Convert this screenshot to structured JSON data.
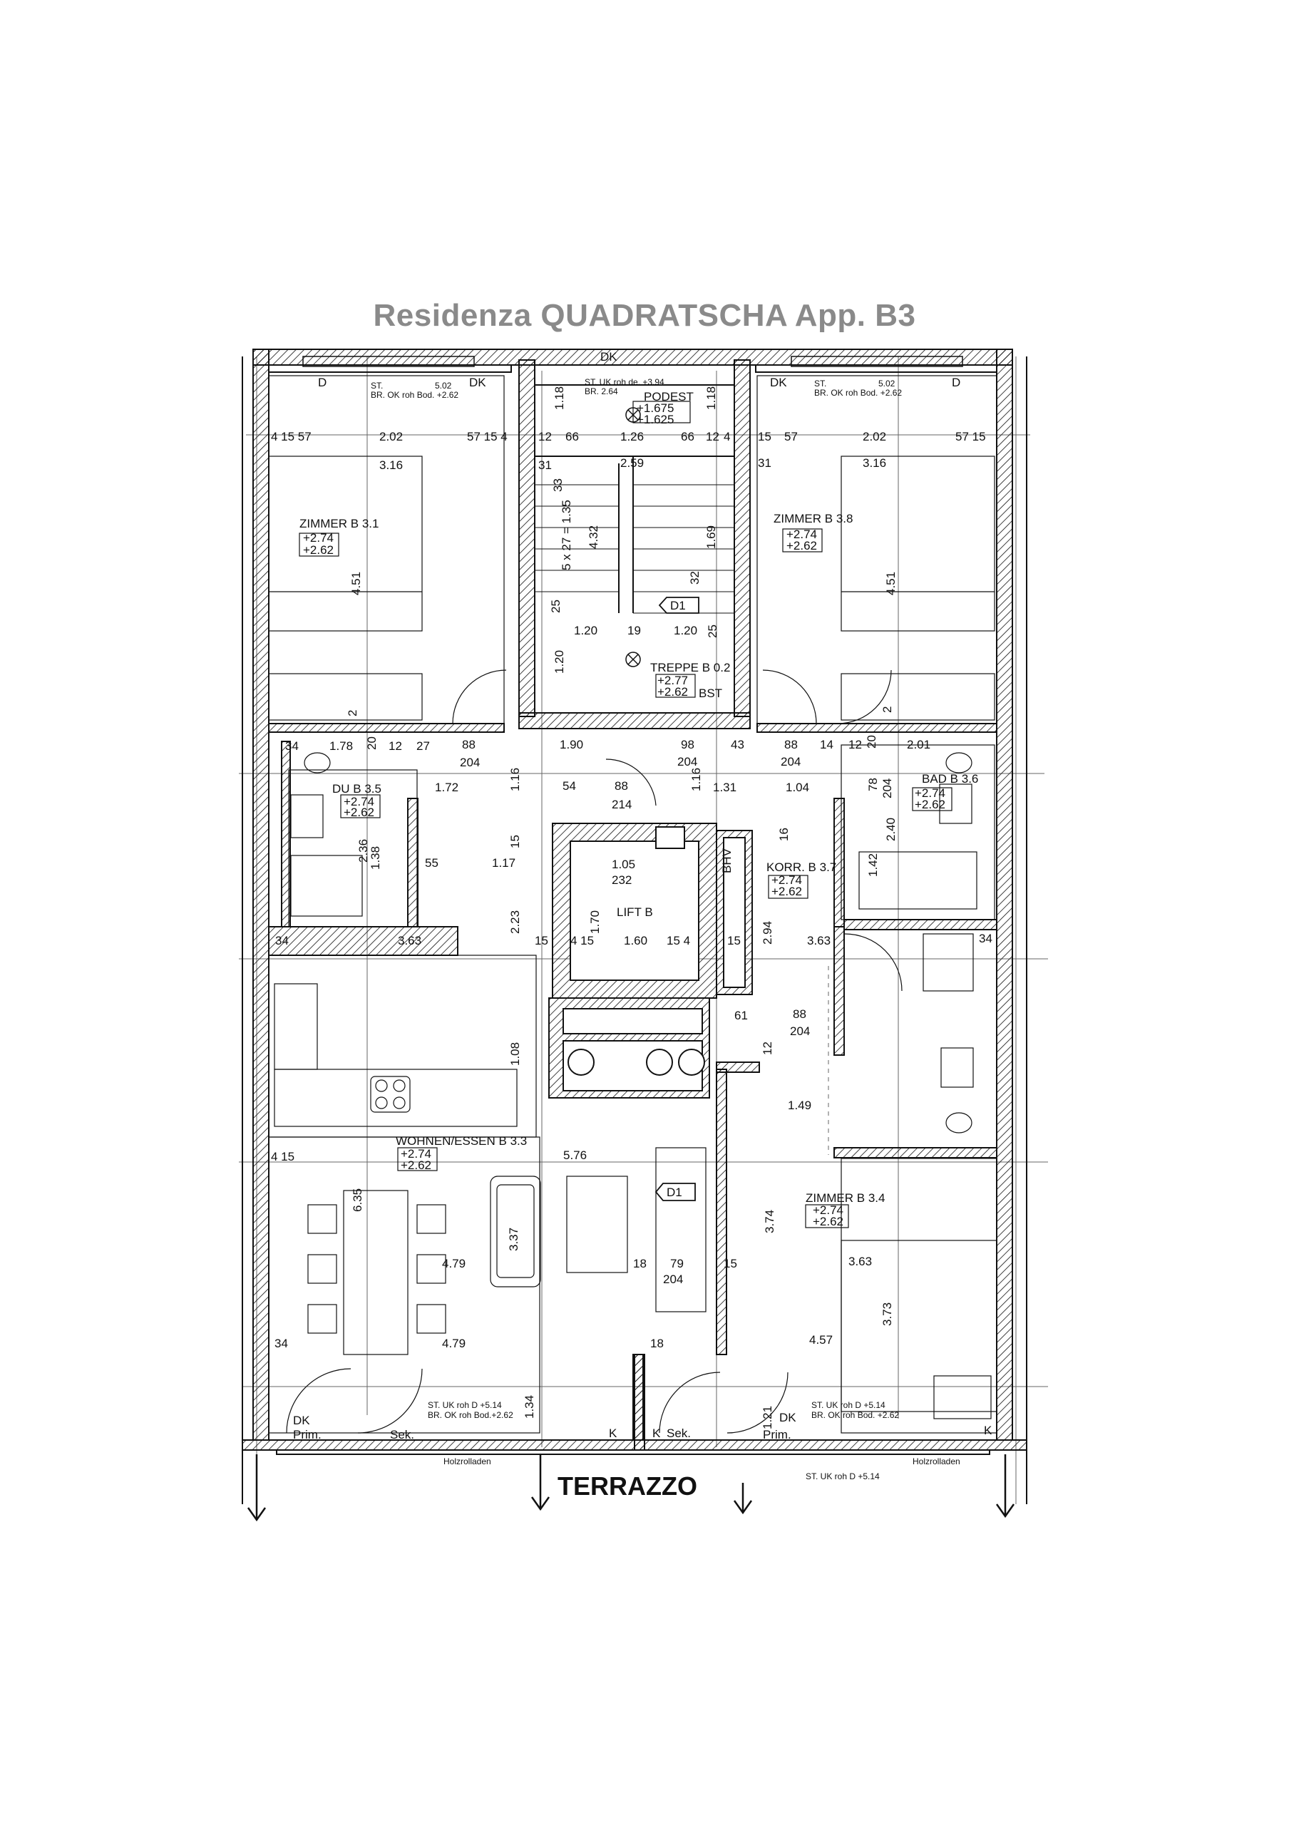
{
  "title": "Residenza  QUADRATSCHA App. B3",
  "rooms": {
    "zimmer_31": {
      "name": "ZIMMER B 3.1",
      "lvl1": "+2.74",
      "lvl2": "+2.62"
    },
    "zimmer_38": {
      "name": "ZIMMER B 3.8",
      "lvl1": "+2.74",
      "lvl2": "+2.62"
    },
    "podest": {
      "name": "PODEST",
      "lvl1": "+1.675",
      "lvl2": "+1.625"
    },
    "treppe": {
      "name": "TREPPE B 0.2",
      "lvl1": "+2.77",
      "lvl2": "+2.62"
    },
    "du": {
      "name": "DU B 3.5",
      "lvl1": "+2.74",
      "lvl2": "+2.62"
    },
    "bad": {
      "name": "BAD B 3.6",
      "lvl1": "+2.74",
      "lvl2": "+2.62"
    },
    "korr": {
      "name": "KORR. B 3.7",
      "lvl1": "+2.74",
      "lvl2": "+2.62"
    },
    "lift": {
      "name": "LIFT B"
    },
    "wohnen": {
      "name": "WOHNEN/ESSEN B 3.3",
      "lvl1": "+2.74",
      "lvl2": "+2.62"
    },
    "zimmer_34": {
      "name": "ZIMMER B 3.4",
      "lvl1": "+2.74",
      "lvl2": "+2.62"
    }
  },
  "labels": {
    "dk": "DK",
    "d": "D",
    "d1": "D1",
    "bst": "BST",
    "bhv": "BHV",
    "prim": "Prim.",
    "sek": "Sek.",
    "k": "K",
    "holzrolladen": "Holzrolladen",
    "terrazzo": "TERRAZZO"
  },
  "notes": {
    "top_left": [
      "ST.",
      "5.02",
      "BR. OK roh Bod. +2.62"
    ],
    "top_right": [
      "ST.",
      "5.02",
      "BR. OK roh Bod. +2.62"
    ],
    "top_stair": [
      "ST.  UK roh de. +3.94",
      "BR.  2.64"
    ],
    "bottom_left": [
      "ST.  UK roh D +5.14",
      "BR. OK roh Bod.+2.62"
    ],
    "bottom_right": [
      "ST.  UK roh D +5.14",
      "BR. OK roh Bod. +2.62"
    ],
    "bottom_edge": "ST.  UK roh D +5.14"
  },
  "dimensions": {
    "d_2_02_l": "2.02",
    "d_3_16_l": "3.16",
    "d_4_15_57": "4 15 57",
    "d_57_15_4": "57 15 4",
    "d_12_66": "12",
    "d_66": "66",
    "d_1_26": "1.26",
    "d_66b": "66",
    "d_12b": "12",
    "d_4": "4",
    "d_15": "15",
    "d_57": "57",
    "d_2_02_r": "2.02",
    "d_57_15": "57 15",
    "d_3_16_r": "3.16",
    "d_31_l": "31",
    "d_2_59": "2.59",
    "d_31_r": "31",
    "d_1_18_l": "1.18",
    "d_1_18_r": "1.18",
    "d_33": "33",
    "d_35": "5 x 27 = 1.35",
    "d_4_51_l": "4.51",
    "d_4_51_r": "4.51",
    "d_4_32": "4.32",
    "d_1_69": "1.69",
    "d_32": "32",
    "d_25": "25",
    "d_1_20_l": "1.20",
    "d_19": "19",
    "d_1_20_r": "1.20",
    "d_1_20v": "1.20",
    "d_25b": "25",
    "d_2_l": "2",
    "d_2_r": "2",
    "d_34": "34",
    "d_1_78": "1.78",
    "d_20": "20",
    "d_12": "12",
    "d_27": "27",
    "d_88": "88",
    "d_204": "204",
    "d_1_90": "1.90",
    "d_98": "98",
    "d_204b": "204",
    "d_43": "43",
    "d_88b": "88",
    "d_204c": "204",
    "d_14": "14",
    "d_12c": "12",
    "d_20b": "20",
    "d_2_01": "2.01",
    "d_1_72": "1.72",
    "d_1_16": "1.16",
    "d_54": "54",
    "d_88c": "88",
    "d_214": "214",
    "d_1_31": "1.31",
    "d_1_04": "1.04",
    "d_78": "78",
    "d_204d": "204",
    "d_1_16b": "1.16",
    "d_2_36": "2.36",
    "d_1_38": "1.38",
    "d_55": "55",
    "d_1_17": "1.17",
    "d_15v": "15",
    "d_2_23": "2.23",
    "d_1_05": "1.05",
    "d_232": "232",
    "d_1_70": "1.70",
    "d_15b": "15",
    "d_4_15": "4 15",
    "d_1_60": "1.60",
    "d_15_4": "15 4",
    "d_15c": "15",
    "d_2_94": "2.94",
    "d_3_63": "3.63",
    "d_2_40": "2.40",
    "d_1_42": "1.42",
    "d_34b": "34",
    "d_16": "16",
    "d_3_63b": "3.63",
    "d_34c": "34",
    "d_61": "61",
    "d_12d": "12",
    "d_88d": "88",
    "d_204e": "204",
    "d_1_08": "1.08",
    "d_1_49": "1.49",
    "d_415": "4 15",
    "d_5_76": "5.76",
    "d_6_35": "6.35",
    "d_3_37": "3.37",
    "d_3_74": "3.74",
    "d_4_79": "4.79",
    "d_18": "18",
    "d_79": "79",
    "d_15d": "15",
    "d_204f": "204",
    "d_3_63c": "3.63",
    "d_3_73": "3.73",
    "d_34d": "34",
    "d_4_79b": "4.79",
    "d_18b": "18",
    "d_4_57": "4.57",
    "d_1_34": "1.34",
    "d_1_21": "1.21"
  }
}
